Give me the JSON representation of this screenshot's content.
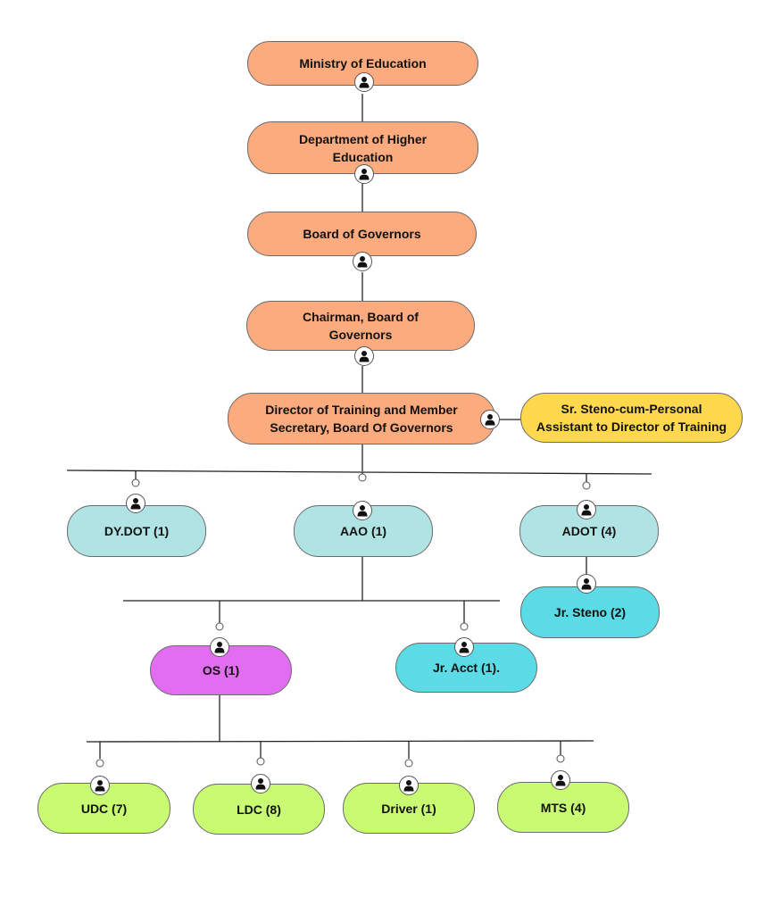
{
  "nodes": {
    "ministry": "Ministry of Education",
    "dept_higher_edu": "Department of Higher Education",
    "board": "Board of Governors",
    "chairman": "Chairman, Board of Governors",
    "director": "Director of Training and Member Secretary, Board Of Governors",
    "sr_steno": "Sr. Steno-cum-Personal Assistant to Director of Training",
    "dydot": "DY.DOT (1)",
    "aao": "AAO (1)",
    "adot": "ADOT (4)",
    "jr_steno": "Jr. Steno (2)",
    "os": "OS (1)",
    "jr_acct": "Jr. Acct (1).",
    "udc": "UDC (7)",
    "ldc": "LDC (8)",
    "driver": "Driver (1)",
    "mts": "MTS (4)"
  },
  "icons": {
    "avatar": "person-icon"
  },
  "colors": {
    "top_level": "#fbab7e",
    "assistant": "#ffd84d",
    "officers": "#b0e3e3",
    "sub_officers": "#5adbe6",
    "os": "#e26df0",
    "staff": "#c8fb71"
  }
}
